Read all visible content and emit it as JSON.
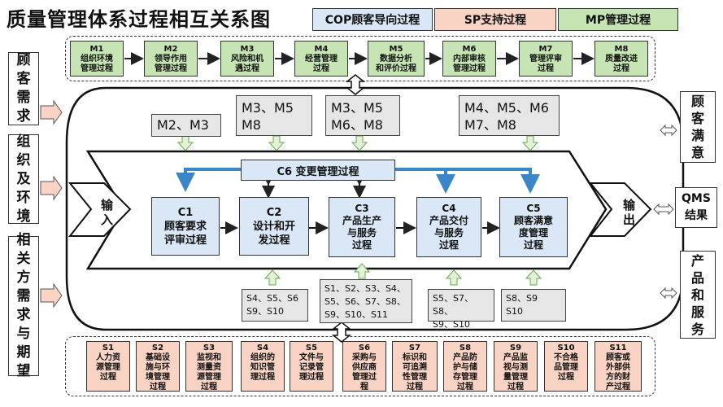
{
  "title": "质量管理体系过程相互关系图",
  "legend": {
    "cop": "COP顾客导向过程",
    "sp": "SP支持过程",
    "mp": "MP管理过程"
  },
  "colors": {
    "mp": "#c7e5b4",
    "sp": "#f9d3c4",
    "cop": "#d9e7f6",
    "blue_arrow": "#3a86c8"
  },
  "m_processes": [
    {
      "code": "M1",
      "name": "组织环境\n管理过程"
    },
    {
      "code": "M2",
      "name": "领导作用\n管理过程"
    },
    {
      "code": "M3",
      "name": "风险和机\n遇过程"
    },
    {
      "code": "M4",
      "name": "经营管理\n过程"
    },
    {
      "code": "M5",
      "name": "数据分析\n和评价过程"
    },
    {
      "code": "M6",
      "name": "内部审核\n管理过程"
    },
    {
      "code": "M7",
      "name": "管理评审\n过程"
    },
    {
      "code": "M8",
      "name": "质量改进\n过程"
    }
  ],
  "s_processes": [
    {
      "code": "S1",
      "name": "人力资\n源管理\n过程"
    },
    {
      "code": "S2",
      "name": "基础设\n施与环\n境管理\n过程"
    },
    {
      "code": "S3",
      "name": "监视和\n测量资\n源管理\n过程"
    },
    {
      "code": "S4",
      "name": "组织的\n知识管\n理过程"
    },
    {
      "code": "S5",
      "name": "文件与\n记录管\n理过程"
    },
    {
      "code": "S6",
      "name": "采购与\n供应商\n管理过\n程"
    },
    {
      "code": "S7",
      "name": "标识和\n可追溯\n性管理\n过程"
    },
    {
      "code": "S8",
      "name": "产品防\n护与储\n存管理\n过程"
    },
    {
      "code": "S9",
      "name": "产品监\n视与测\n量管理\n过程"
    },
    {
      "code": "S10",
      "name": "不合格\n品管理\n过程"
    },
    {
      "code": "S11",
      "name": "顾客或\n外部供\n方的财\n产过程"
    }
  ],
  "left_inputs": [
    "顾客需求",
    "组织及环境",
    "相关方需求与期望"
  ],
  "right_outputs": [
    "顾客满意",
    "QMS结果",
    "产品和服务"
  ],
  "input_label": "输入",
  "output_label": "输出",
  "c6": "C6 变更管理过程",
  "c_processes": [
    {
      "code": "C1",
      "name": "顾客要求\n评审过程"
    },
    {
      "code": "C2",
      "name": "设计和开\n发过程"
    },
    {
      "code": "C3",
      "name": "产品生产\n与服务\n过程"
    },
    {
      "code": "C4",
      "name": "产品交付\n与服务\n过程"
    },
    {
      "code": "C5",
      "name": "顾客满意\n度管理\n过程"
    }
  ],
  "m_refs": [
    "M2、M3",
    "M3、M5\nM8",
    "M3、M5\nM6、M8",
    "M4、M5、M6\nM7、M8"
  ],
  "s_refs": [
    "S4、S5、S6\nS9、S10",
    "S1、S2、S3、S4、\nS5、S6、S7、S8、\nS9、S10、S11",
    "S5、S7、S8、\nS9、S10",
    "S8、S9\nS10"
  ]
}
